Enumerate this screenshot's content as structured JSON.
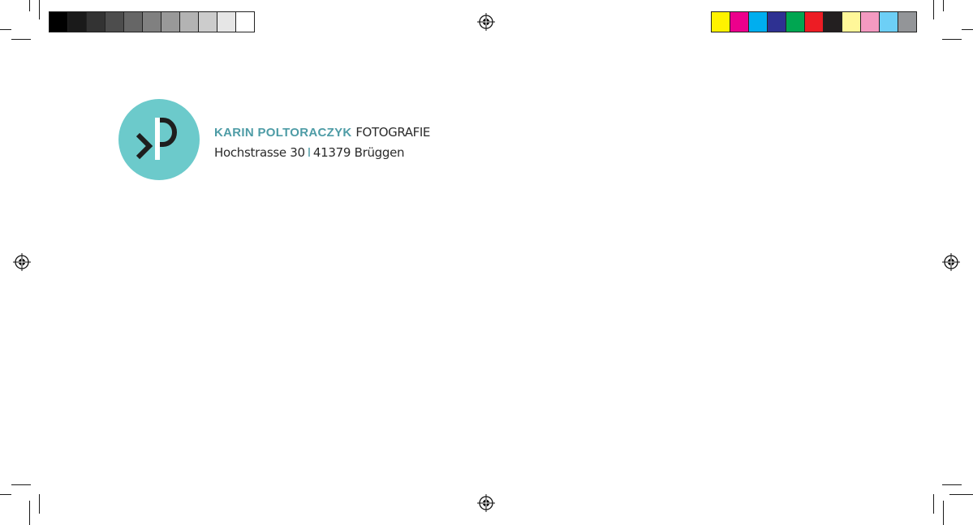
{
  "card": {
    "company_name": "KARIN POLTORACZYK",
    "company_suffix": "FOTOGRAFIE",
    "street": "Hochstrasse 30",
    "separator": "I",
    "city": "41379 Brüggen",
    "accent_color": "#4e9ca6",
    "logo_color": "#6ccacb",
    "logo_icon": "kp-monogram-icon"
  },
  "print_marks": {
    "gray_swatches": [
      "#000000",
      "#1a1a1a",
      "#333333",
      "#4d4d4d",
      "#666666",
      "#808080",
      "#999999",
      "#b3b3b3",
      "#cccccc",
      "#e6e6e6",
      "#ffffff"
    ],
    "color_swatches": [
      "#fff200",
      "#ec008c",
      "#00aeef",
      "#2e3192",
      "#00a651",
      "#ed1c24",
      "#231f20",
      "#fff799",
      "#f49ac1",
      "#6dcff6",
      "#939598"
    ],
    "registration_icon": "registration-mark-icon",
    "crop_icon": "crop-mark-icon"
  }
}
